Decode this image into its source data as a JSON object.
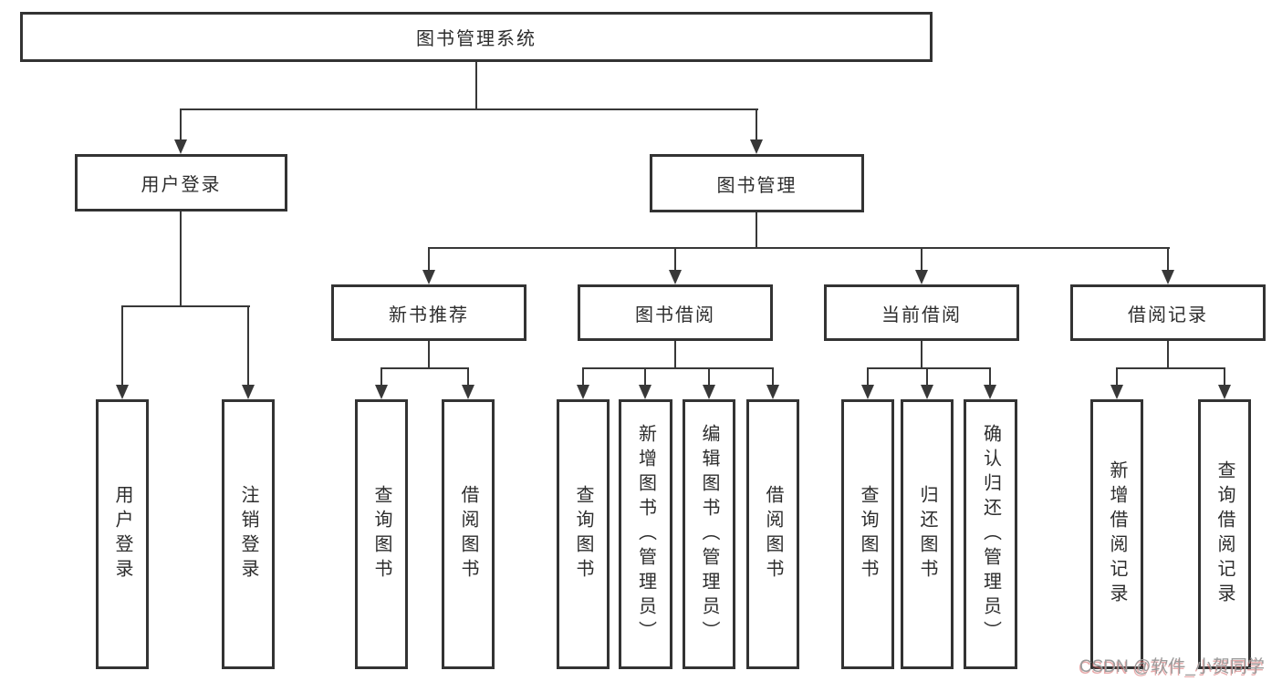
{
  "diagram": {
    "title": "图书管理系统",
    "level1": {
      "user_login": "用户登录",
      "book_management": "图书管理"
    },
    "level2": {
      "new_book_recommend": "新书推荐",
      "book_borrow": "图书借阅",
      "current_borrow": "当前借阅",
      "borrow_records": "借阅记录"
    },
    "leaves": {
      "user_login": [
        "用户登录",
        "注销登录"
      ],
      "new_book_recommend": [
        "查询图书",
        "借阅图书"
      ],
      "book_borrow": [
        "查询图书",
        "新增图书（管理员）",
        "编辑图书（管理员）",
        "借阅图书"
      ],
      "current_borrow": [
        "查询图书",
        "归还图书",
        "确认归还（管理员）"
      ],
      "borrow_records": [
        "新增借阅记录",
        "查询借阅记录"
      ]
    },
    "colors": {
      "line": "#383838",
      "text": "#2d2d2d",
      "watermark_text": "#9b9b9b"
    },
    "watermark": "CSDN @软件_小贺同学"
  }
}
